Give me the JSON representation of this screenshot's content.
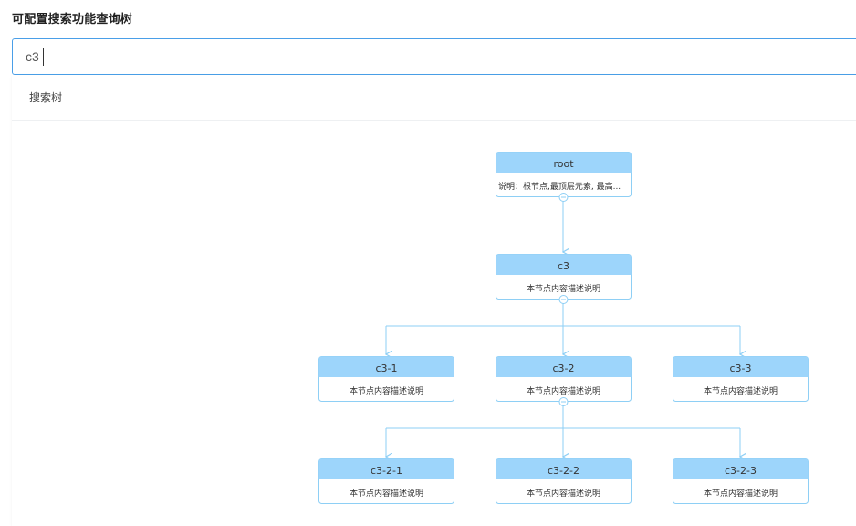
{
  "page": {
    "title": "可配置搜索功能查询树"
  },
  "search": {
    "value": "c3",
    "placeholder": ""
  },
  "panel": {
    "header": "搜索树"
  },
  "colors": {
    "accent": "#4a9fe8",
    "node_header": "#9dd5fb",
    "node_border": "#8ecff5",
    "edge": "#8ecff5"
  },
  "tree": {
    "root": {
      "title": "root",
      "desc": "说明：根节点,最顶层元素, 最高..."
    },
    "c3": {
      "title": "c3",
      "desc": "本节点内容描述说明"
    },
    "c3_1": {
      "title": "c3-1",
      "desc": "本节点内容描述说明"
    },
    "c3_2": {
      "title": "c3-2",
      "desc": "本节点内容描述说明"
    },
    "c3_3": {
      "title": "c3-3",
      "desc": "本节点内容描述说明"
    },
    "c3_2_1": {
      "title": "c3-2-1",
      "desc": "本节点内容描述说明"
    },
    "c3_2_2": {
      "title": "c3-2-2",
      "desc": "本节点内容描述说明"
    },
    "c3_2_3": {
      "title": "c3-2-3",
      "desc": "本节点内容描述说明"
    }
  }
}
